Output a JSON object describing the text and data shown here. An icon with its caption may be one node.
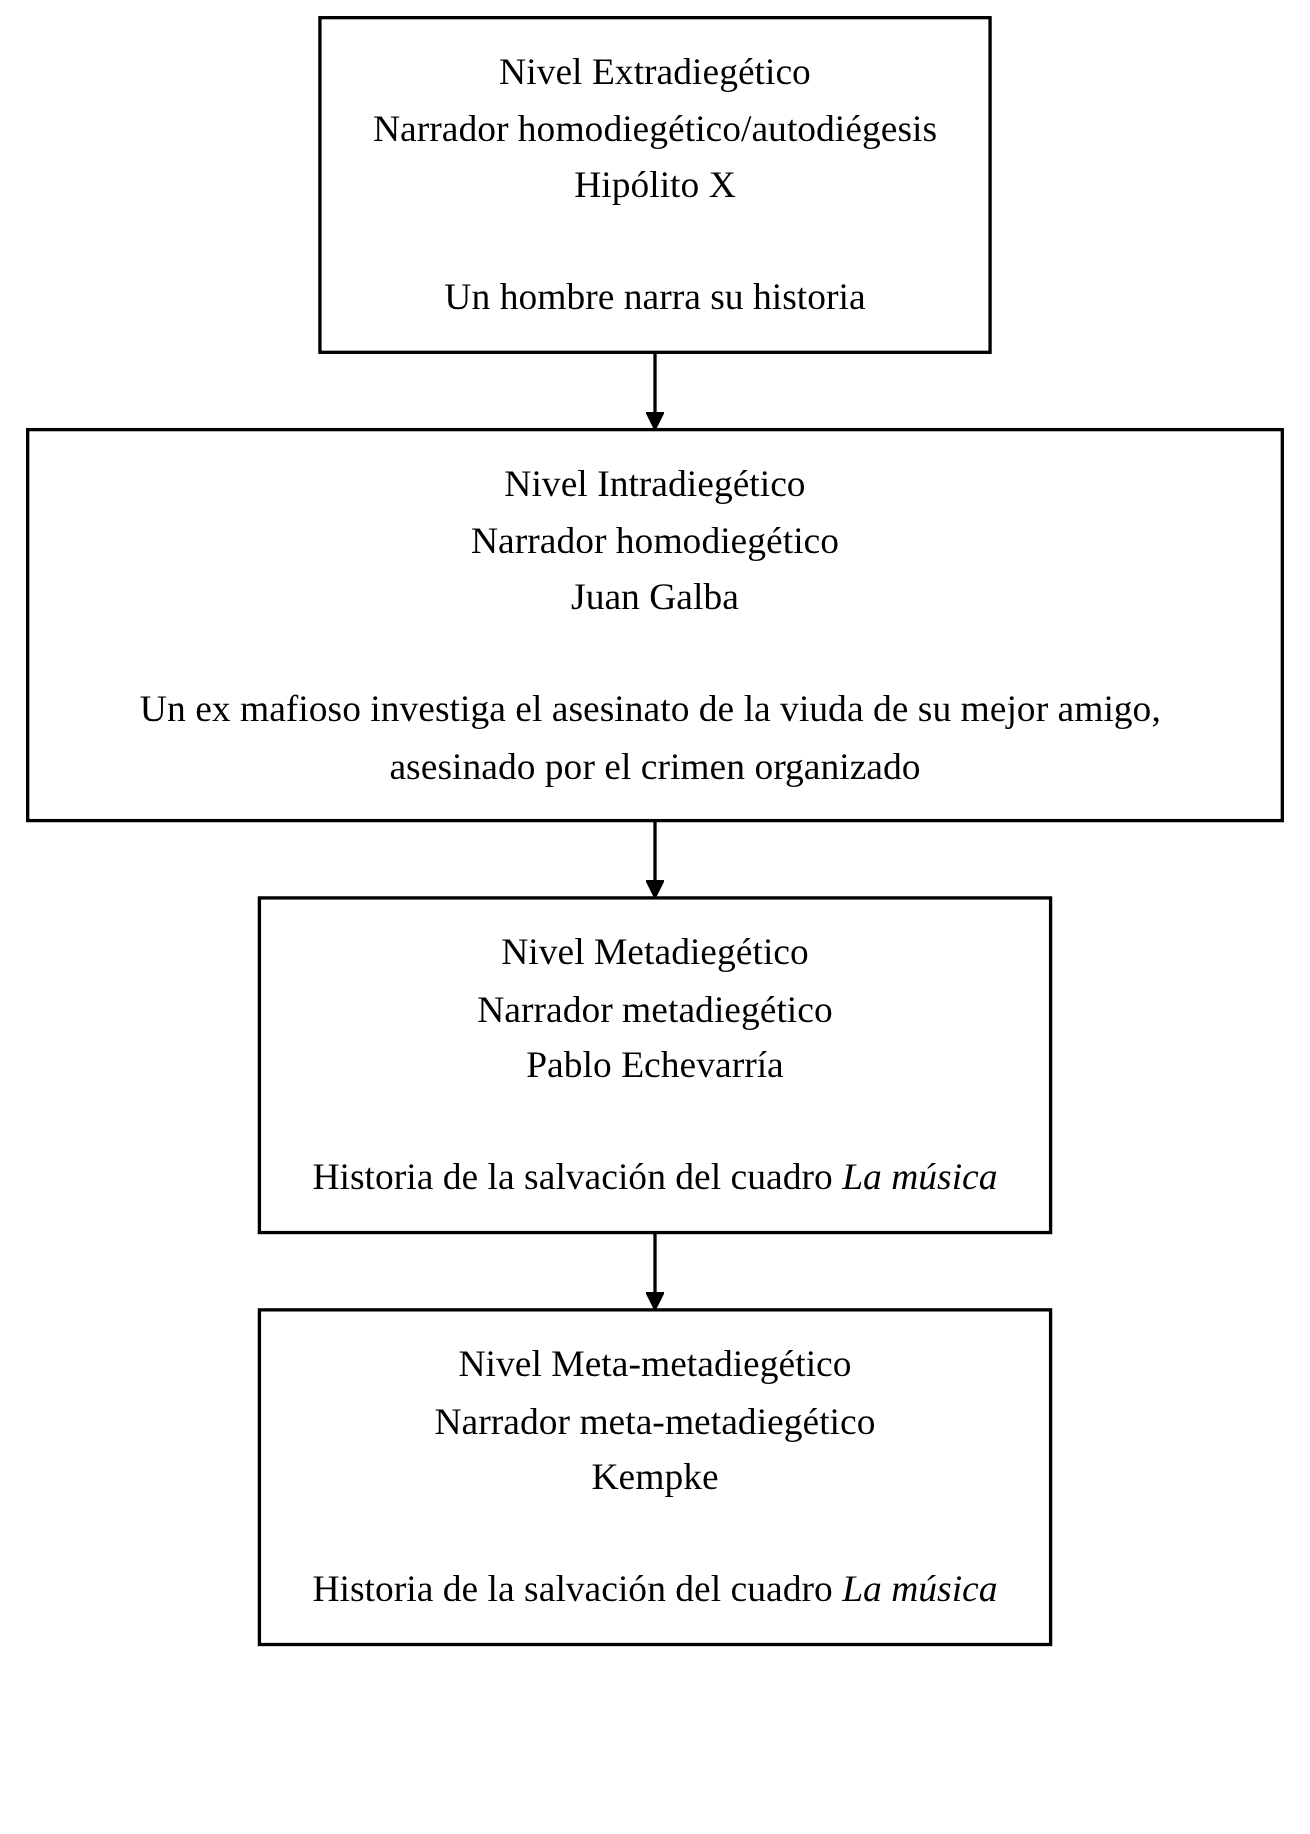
{
  "diagram": {
    "nodes": [
      {
        "text": [
          "Nivel Extradiegético",
          "Narrador homodiegético/autodiégesis",
          "Hipólito X",
          "Un hombre narra su historia"
        ]
      },
      {
        "text": [
          "Nivel Intradiegético",
          "Narrador homodiegético",
          "Juan Galba",
          "Un ex mafioso investiga el asesinato de la viuda de su mejor amigo, asesinado por el crimen organizado"
        ]
      },
      {
        "text": [
          "Nivel Metadiegético",
          "Narrador metadiegético",
          "Pablo Echevarría",
          "Historia de la salvación del cuadro *La música*"
        ]
      },
      {
        "text": [
          "Nivel Meta-metadiegético",
          "Narrador meta-metadiegético",
          "Kempke",
          "Historia de la salvación del cuadro *La música*"
        ]
      }
    ],
    "edges": [
      {
        "from": 0,
        "to": 1,
        "arrow": "to"
      },
      {
        "from": 1,
        "to": 2,
        "arrow": "to"
      },
      {
        "from": 2,
        "to": 3,
        "arrow": "to"
      }
    ]
  }
}
